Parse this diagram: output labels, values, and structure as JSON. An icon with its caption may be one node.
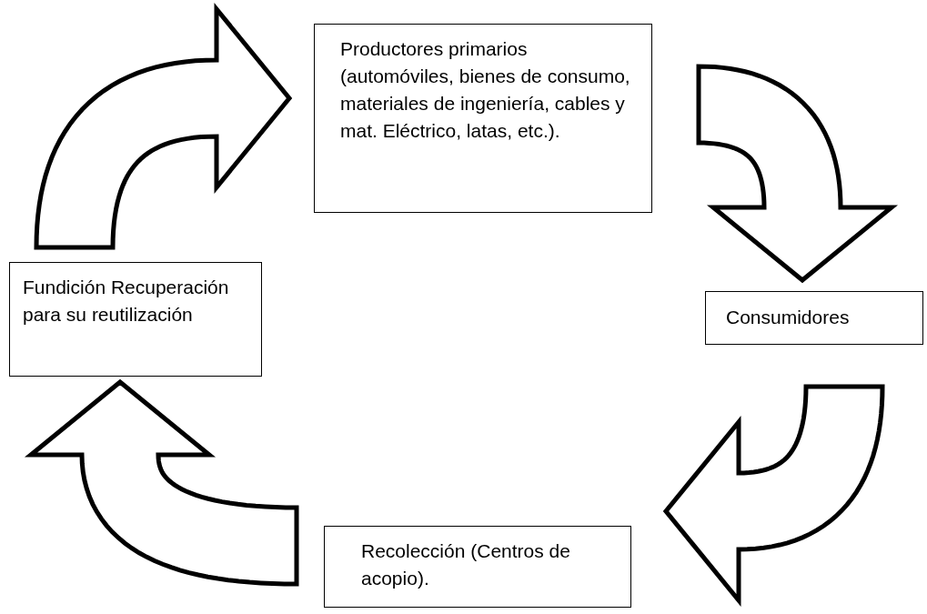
{
  "diagram": {
    "nodes": [
      {
        "text": [
          "Productores primarios (automóviles, bienes de consumo, materiales de ingeniería, cables y mat. Eléctrico, latas, etc.)."
        ]
      },
      {
        "text": [
          "Consumidores"
        ]
      },
      {
        "text": [
          "Recolección (Centros de acopio)."
        ]
      },
      {
        "text": [
          "Fundición Recuperación para su reutilización"
        ]
      }
    ],
    "edges": [
      {
        "from": 3,
        "to": 0,
        "arrow": "to"
      },
      {
        "from": 0,
        "to": 1,
        "arrow": "to"
      },
      {
        "from": 1,
        "to": 2,
        "arrow": "to"
      },
      {
        "from": 2,
        "to": 3,
        "arrow": "to"
      }
    ]
  }
}
